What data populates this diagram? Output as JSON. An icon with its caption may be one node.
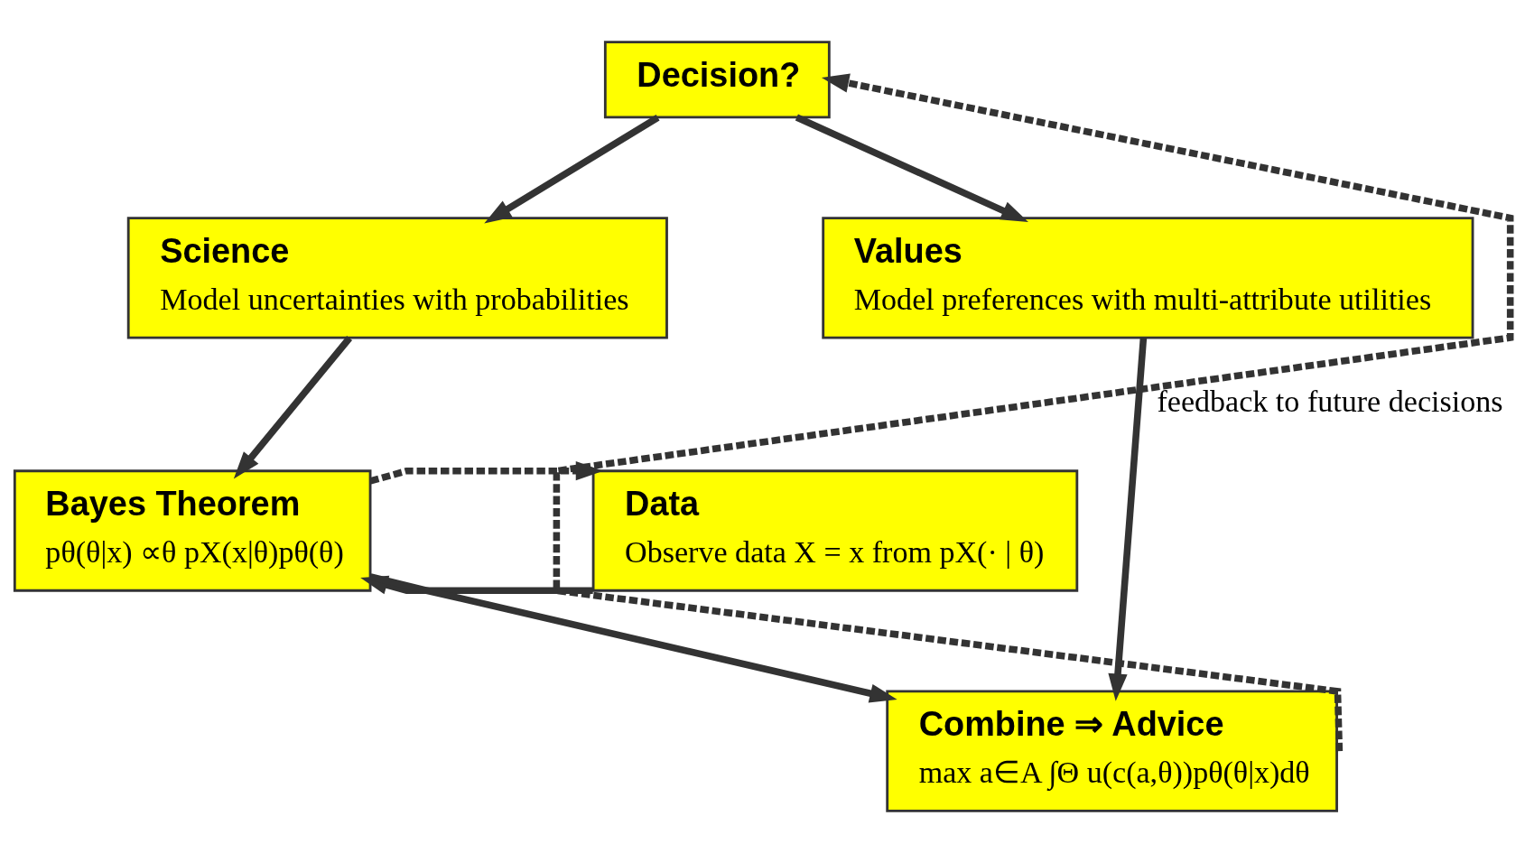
{
  "diagram": {
    "nodes": [
      {
        "text": [
          "Decision?"
        ]
      },
      {
        "text": [
          "Science",
          "Model uncertainties with probabilities"
        ]
      },
      {
        "text": [
          "Values",
          "Model preferences with multi-attribute utilities"
        ]
      },
      {
        "text": [
          "Data",
          "Observe data X = x from pX(· | θ)"
        ]
      },
      {
        "text": [
          "Bayes Theorem",
          "pθ(θ|x) ∝θ pX(x|θ)pθ(θ)"
        ]
      },
      {
        "text": [
          "Combine ⇒ Advice",
          "max a∈A ∫Θ u(c(a,θ))pθ(θ|x)dθ"
        ]
      }
    ],
    "edges": [
      {
        "from": 0,
        "to": 1,
        "arrow": "to"
      },
      {
        "from": 0,
        "to": 2,
        "arrow": "to"
      },
      {
        "from": 1,
        "to": 4,
        "arrow": "to"
      },
      {
        "from": 3,
        "to": 4,
        "arrow": "to"
      },
      {
        "from": 4,
        "to": 3,
        "arrow": "to",
        "style": "dashed"
      },
      {
        "from": 4,
        "to": 5,
        "arrow": "to"
      },
      {
        "from": 2,
        "to": 5,
        "arrow": "to"
      },
      {
        "from": 5,
        "to": 0,
        "arrow": "to",
        "style": "dashed",
        "label": "feedback to future decisions"
      }
    ]
  }
}
